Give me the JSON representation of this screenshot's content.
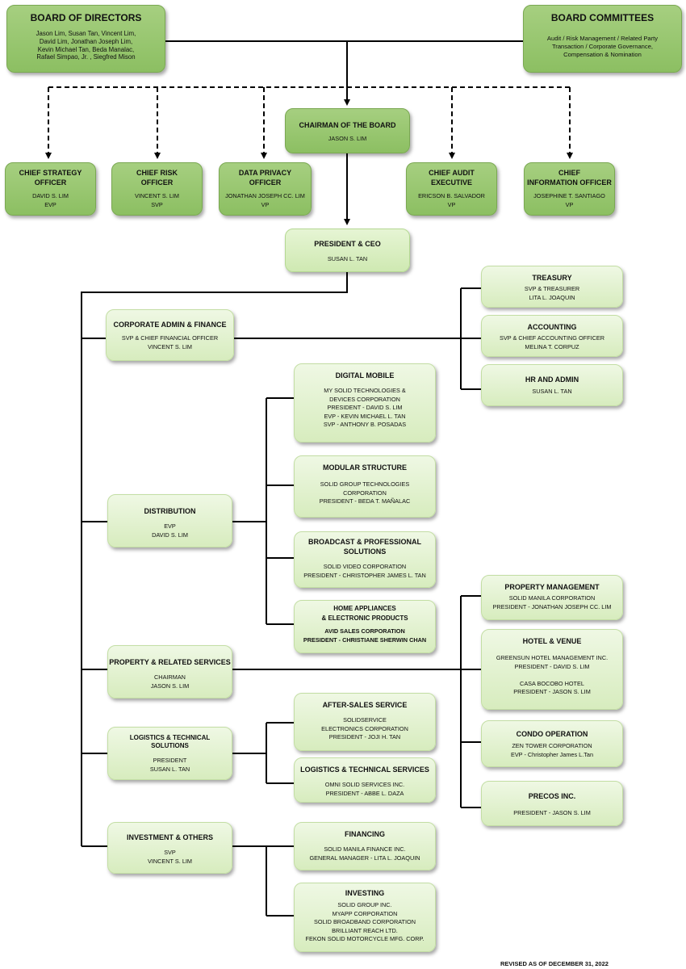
{
  "board_of_directors": {
    "title": "BOARD OF DIRECTORS",
    "members": "Jason Lim, Susan Tan, Vincent Lim,\nDavid Lim, Jonathan Joseph Lim,\nKevin Michael Tan, Beda Manalac,\nRafael Simpao, Jr. , Siegfred Mison"
  },
  "board_committees": {
    "title": "BOARD COMMITTEES",
    "details": "Audit / Risk Management / Related Party\nTransaction / Corporate Governance,\nCompensation & Nomination"
  },
  "chairman": {
    "title": "CHAIRMAN OF THE BOARD",
    "name": "JASON S. LIM"
  },
  "officers": [
    {
      "title": "CHIEF STRATEGY\nOFFICER",
      "name": "DAVID S. LIM\nEVP"
    },
    {
      "title": "CHIEF RISK\nOFFICER",
      "name": "VINCENT S. LIM\nSVP"
    },
    {
      "title": "DATA PRIVACY\nOFFICER",
      "name": "JONATHAN JOSEPH CC. LIM\nVP"
    },
    {
      "title": "CHIEF AUDIT\nEXECUTIVE",
      "name": "ERICSON B. SALVADOR\nVP"
    },
    {
      "title": "CHIEF\nINFORMATION OFFICER",
      "name": "JOSEPHINE T. SANTIAGO\nVP"
    }
  ],
  "president": {
    "title": "PRESIDENT & CEO",
    "name": "SUSAN L. TAN"
  },
  "divisions": [
    {
      "title": "CORPORATE ADMIN & FINANCE",
      "detail": "SVP & CHIEF FINANCIAL OFFICER\nVINCENT S. LIM"
    },
    {
      "title": "DISTRIBUTION",
      "detail": "EVP\nDAVID S. LIM"
    },
    {
      "title": "PROPERTY & RELATED SERVICES",
      "detail": "CHAIRMAN\nJASON S. LIM"
    },
    {
      "title": "LOGISTICS & TECHNICAL\nSOLUTIONS",
      "detail": "PRESIDENT\nSUSAN L. TAN"
    },
    {
      "title": "INVESTMENT & OTHERS",
      "detail": "SVP\nVINCENT S. LIM"
    }
  ],
  "finance_units": [
    {
      "title": "TREASURY",
      "detail": "SVP & TREASURER\nLITA L. JOAQUIN"
    },
    {
      "title": "ACCOUNTING",
      "detail": "SVP & CHIEF ACCOUNTING OFFICER\nMELINA T. CORPUZ"
    },
    {
      "title": "HR AND ADMIN",
      "detail": "SUSAN L. TAN"
    }
  ],
  "distribution_units": [
    {
      "title": "DIGITAL MOBILE",
      "detail": "MY SOLID TECHNOLOGIES &\nDEVICES CORPORATION\nPRESIDENT - DAVID S. LIM\nEVP - KEVIN MICHAEL L. TAN\nSVP - ANTHONY B. POSADAS"
    },
    {
      "title": "MODULAR STRUCTURE",
      "detail": "SOLID GROUP TECHNOLOGIES\nCORPORATION\nPRESIDENT - BEDA T. MAÑALAC"
    },
    {
      "title": "BROADCAST & PROFESSIONAL\nSOLUTIONS",
      "detail": "SOLID VIDEO CORPORATION\nPRESIDENT - CHRISTOPHER JAMES L. TAN"
    },
    {
      "title": "HOME APPLIANCES\n& ELECTRONIC PRODUCTS",
      "detail": "AVID SALES CORPORATION\nPRESIDENT - CHRISTIANE SHERWIN CHAN"
    }
  ],
  "property_units": [
    {
      "title": "PROPERTY MANAGEMENT",
      "detail": "SOLID MANILA CORPORATION\nPRESIDENT - JONATHAN JOSEPH CC. LIM"
    },
    {
      "title": "HOTEL & VENUE",
      "detail": "GREENSUN HOTEL MANAGEMENT INC.\nPRESIDENT - DAVID S. LIM\n\nCASA BOCOBO HOTEL\nPRESIDENT - JASON S. LIM"
    },
    {
      "title": "CONDO OPERATION",
      "detail": "ZEN TOWER CORPORATION\nEVP - Christopher James L.Tan"
    },
    {
      "title": "PRECOS INC.",
      "detail": "PRESIDENT - JASON S. LIM"
    }
  ],
  "logistics_units": [
    {
      "title": "AFTER-SALES SERVICE",
      "detail": "SOLIDSERVICE\nELECTRONICS CORPORATION\nPRESIDENT - JOJI H. TAN"
    },
    {
      "title": "LOGISTICS & TECHNICAL SERVICES",
      "detail": "OMNI SOLID SERVICES INC.\nPRESIDENT - ABBE L. DAZA"
    }
  ],
  "investment_units": [
    {
      "title": "FINANCING",
      "detail": "SOLID MANILA FINANCE INC.\nGENERAL MANAGER - LITA L. JOAQUIN"
    },
    {
      "title": "INVESTING",
      "detail": "SOLID GROUP INC.\nMYAPP CORPORATION\nSOLID BROADBAND CORPORATION\nBRILLIANT REACH LTD.\nFEKON SOLID MOTORCYCLE MFG. CORP."
    }
  ],
  "revised": "REVISED AS OF DECEMBER 31, 2022"
}
